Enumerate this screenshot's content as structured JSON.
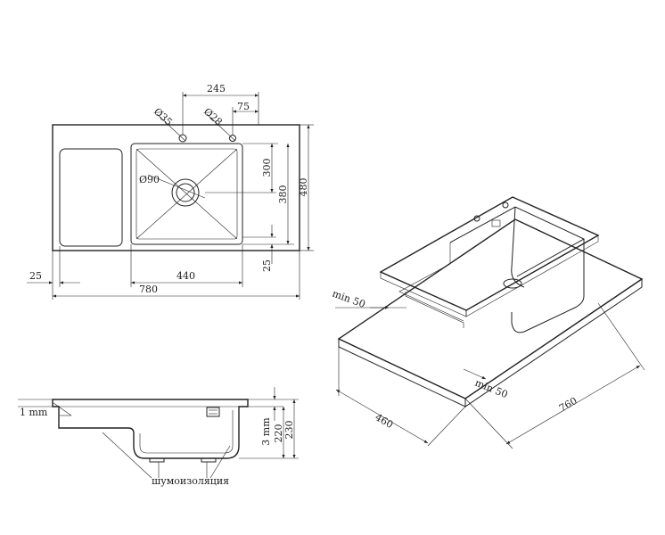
{
  "colors": {
    "line": "#222222",
    "background": "#ffffff"
  },
  "top_view": {
    "dims": {
      "d245": "245",
      "d75": "75",
      "hole35": "Ø35",
      "hole28": "Ø28",
      "drain": "Ø90",
      "d300": "300",
      "d380": "380",
      "d480": "480",
      "d25_left": "25",
      "d25_right": "25",
      "d440": "440",
      "d780": "780"
    }
  },
  "side_view": {
    "dims": {
      "d1mm": "1 mm",
      "d3mm": "3 mm",
      "d220": "220",
      "d230": "230"
    },
    "insulation_label": "шумоизоляция"
  },
  "iso_view": {
    "dims": {
      "min50_left": "min 50",
      "min50_right": "min 50",
      "d460": "460",
      "d760": "760"
    }
  }
}
